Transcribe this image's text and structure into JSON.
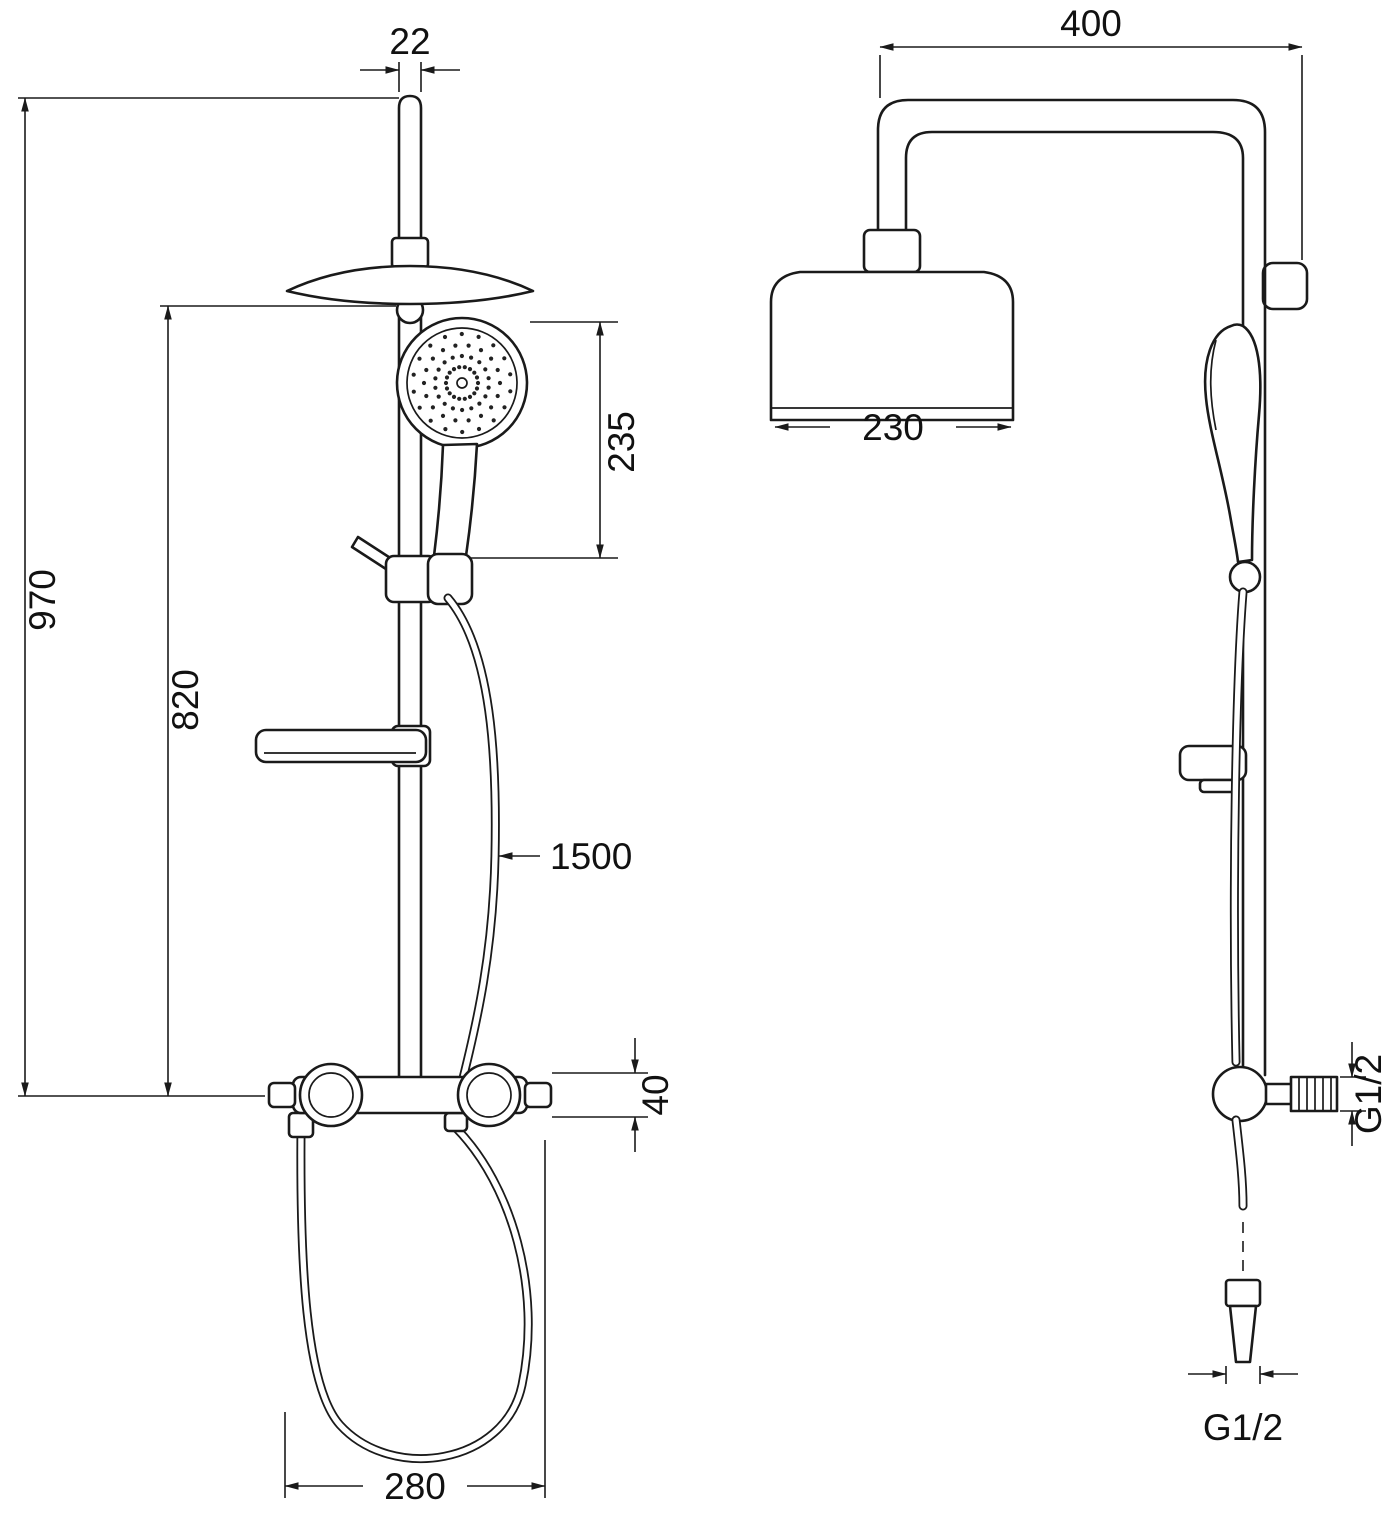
{
  "drawing": {
    "front_view": {
      "pipe_diameter_mm": "22",
      "total_height_mm": "970",
      "rail_height_mm": "820",
      "hand_shower_height_mm": "235",
      "hose_length_mm": "1500",
      "mixer_body_mm": "40",
      "mixer_span_mm": "280"
    },
    "side_view": {
      "arm_reach_mm": "400",
      "head_diameter_mm": "230",
      "wall_thread": "G1/2",
      "hose_thread": "G1/2"
    },
    "colors": {
      "line": "#1a1a1a",
      "background": "#ffffff"
    }
  }
}
